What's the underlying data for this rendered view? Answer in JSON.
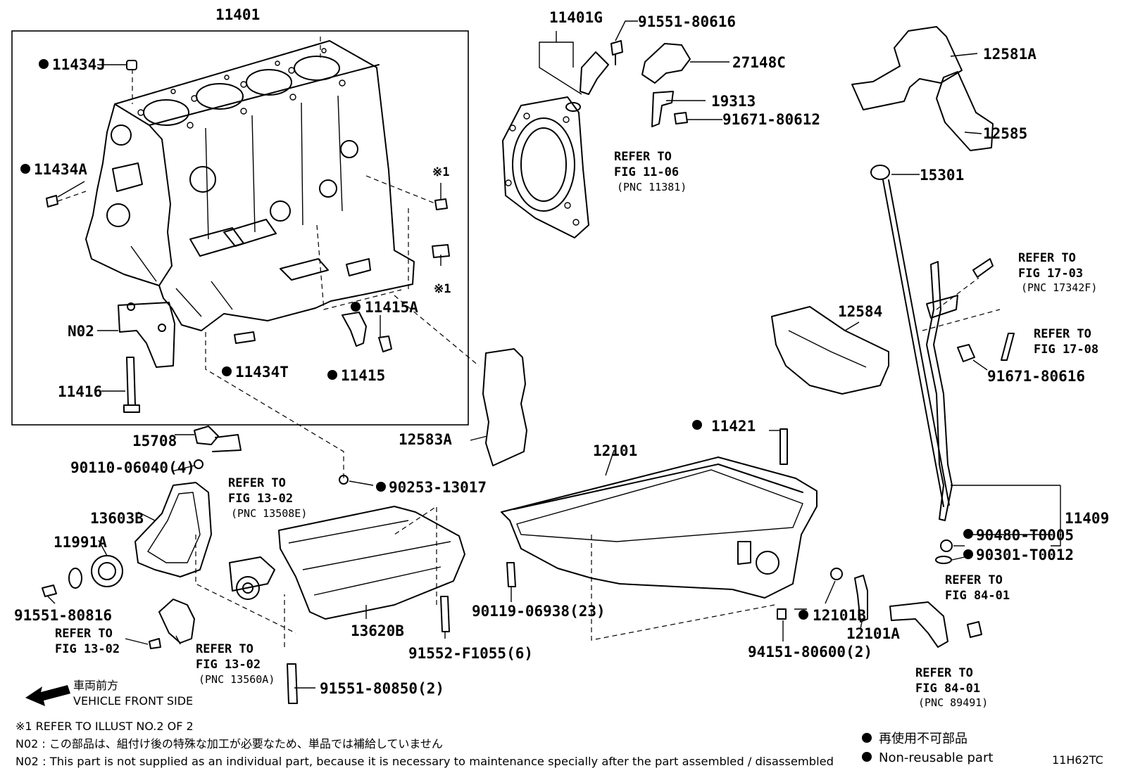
{
  "labels": {
    "block": "11401",
    "p11434J": "11434J",
    "p11434A": "11434A",
    "ref1a": "※1",
    "ref1b": "※1",
    "n02": "N02",
    "p11416": "11416",
    "p11434T": "11434T",
    "p11415A": "11415A",
    "p11415": "11415",
    "p11401G": "11401G",
    "p91551_80616": "91551-80616",
    "p27148C": "27148C",
    "p19313": "19313",
    "p91671_80612": "91671-80612",
    "p12581A": "12581A",
    "p12585": "12585",
    "p15301": "15301",
    "p12584": "12584",
    "p91671_80616": "91671-80616",
    "p12583A": "12583A",
    "p11421": "11421",
    "p12101": "12101",
    "p11409": "11409",
    "p90480_T0005": "90480-T0005",
    "p90301_T0012": "90301-T0012",
    "p15708": "15708",
    "p90110_06040": "90110-06040(4)",
    "p90253_13017": "90253-13017",
    "p13603B": "13603B",
    "p11991A": "11991A",
    "p91551_80816": "91551-80816",
    "p13620B": "13620B",
    "p91552_F1055": "91552-F1055(6)",
    "p91551_80850": "91551-80850(2)",
    "p90119_06938": "90119-06938(23)",
    "p12101B": "12101B",
    "p12101A": "12101A",
    "p94151_80600": "94151-80600(2)"
  },
  "refs": {
    "r1106": {
      "line1": "REFER TO",
      "line2": "FIG 11-06",
      "pnc": "(PNC 11381)"
    },
    "r1703": {
      "line1": "REFER TO",
      "line2": "FIG 17-03",
      "pnc": "(PNC 17342F)"
    },
    "r1708": {
      "line1": "REFER TO",
      "line2": "FIG 17-08"
    },
    "r1302a": {
      "line1": "REFER TO",
      "line2": "FIG 13-02",
      "pnc": "(PNC 13508E)"
    },
    "r1302b": {
      "line1": "REFER TO",
      "line2": "FIG 13-02"
    },
    "r1302c": {
      "line1": "REFER TO",
      "line2": "FIG 13-02",
      "pnc": "(PNC 13560A)"
    },
    "r8401a": {
      "line1": "REFER TO",
      "line2": "FIG 84-01"
    },
    "r8401b": {
      "line1": "REFER TO",
      "line2": "FIG 84-01",
      "pnc": "(PNC 89491)"
    }
  },
  "direction": {
    "jp": "車両前方",
    "en": "VEHICLE FRONT SIDE"
  },
  "notes": {
    "note1": "※1 REFER TO ILLUST NO.2 OF 2",
    "note2": "N02 : この部品は、組付け後の特殊な加工が必要なため、単品では補給していません",
    "note3": "N02 : This part is not supplied as an individual part, because it is necessary to maintenance specially after the part assembled / disassembled"
  },
  "legend": {
    "jp": "再使用不可部品",
    "en": "Non-reusable part"
  },
  "illustration_code": "11H62TC"
}
